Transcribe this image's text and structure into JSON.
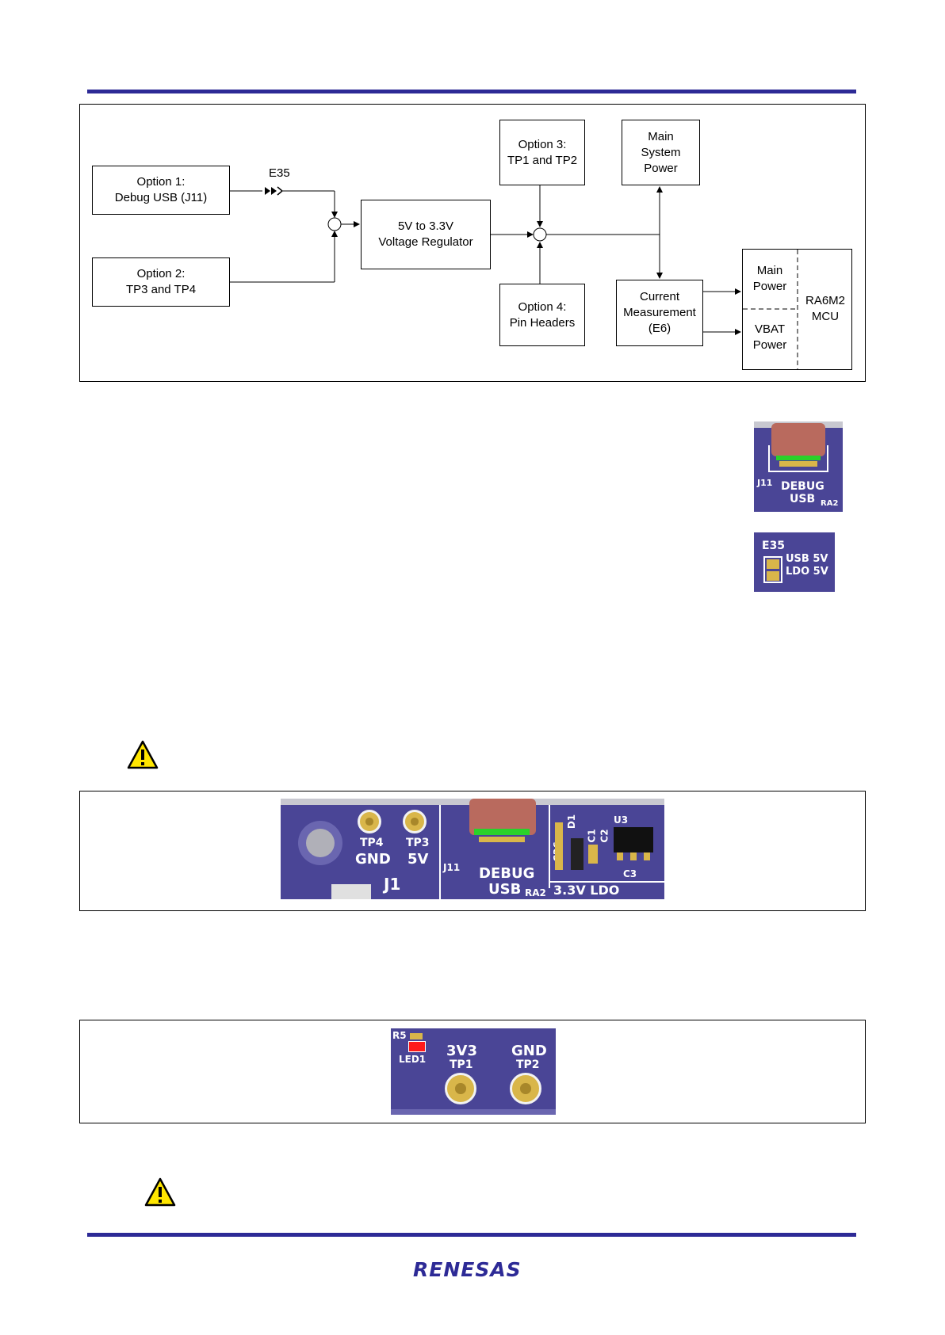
{
  "diagram": {
    "option1": "Option 1:\nDebug USB (J11)",
    "option2": "Option 2:\nTP3 and TP4",
    "option3": "Option 3:\nTP1 and TP2",
    "option4": "Option 4:\nPin Headers",
    "regulator": "5V to 3.3V\nVoltage Regulator",
    "main_system_power": "Main\nSystem\nPower",
    "current_measurement": "Current\nMeasurement\n(E6)",
    "main_power": "Main\nPower",
    "vbat_power": "VBAT\nPower",
    "mcu": "RA6M2\nMCU",
    "jumper_label": "E35"
  },
  "photos": {
    "debug_usb": {
      "j11": "J11",
      "debug": "DEBUG",
      "usb": "USB",
      "ra2": "RA2"
    },
    "e35": {
      "title": "E35",
      "usb5v": "USB 5V",
      "ldo5v": "LDO 5V"
    },
    "usb_area": {
      "tp4": "TP4",
      "gnd": "GND",
      "tp3": "TP3",
      "v5": "5V",
      "j1": "J1",
      "j11": "J11",
      "debug": "DEBUG",
      "usb": "USB",
      "ra2": "RA2",
      "c26": "C26",
      "d1": "D1",
      "c1": "C1",
      "c2": "C2",
      "u3": "U3",
      "c3": "C3",
      "ldo": "3.3V LDO"
    },
    "tp_area": {
      "r5": "R5",
      "led1": "LED1",
      "v3v3": "3V3",
      "tp1": "TP1",
      "gnd": "GND",
      "tp2": "TP2"
    }
  },
  "footer": {
    "logo": "RENESAS"
  },
  "colors": {
    "rule": "#2d2a96",
    "pcb": "#4a4596",
    "pad": "#d9b64a",
    "warning": "#ffe600"
  },
  "icons": [
    "warning-icon",
    "warning-icon"
  ]
}
